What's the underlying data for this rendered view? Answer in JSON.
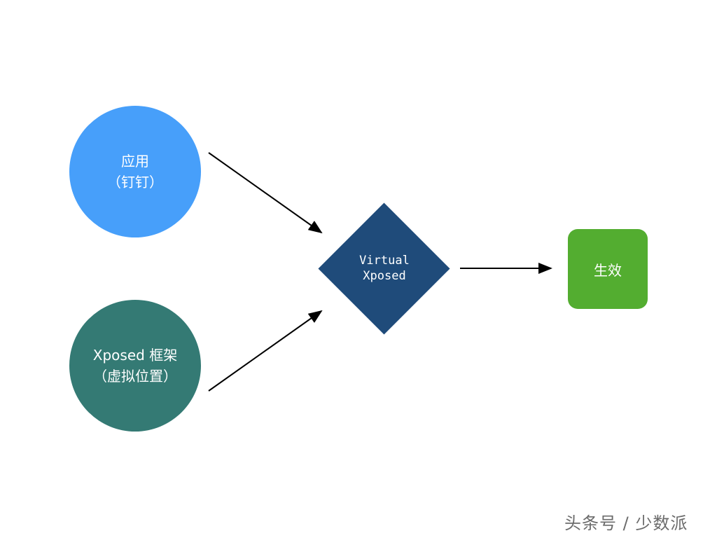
{
  "diagram": {
    "nodes": {
      "app": {
        "line1": "应用",
        "line2": "（钉钉）",
        "color": "#479ffa"
      },
      "xposed": {
        "line1": "Xposed 框架",
        "line2": "（虚拟位置）",
        "color": "#347a74"
      },
      "virtual_xposed": {
        "line1": "Virtual",
        "line2": "Xposed",
        "color": "#1f4b7a"
      },
      "result": {
        "label": "生效",
        "color": "#53ad30"
      }
    },
    "edges": [
      {
        "from": "app",
        "to": "virtual_xposed"
      },
      {
        "from": "xposed",
        "to": "virtual_xposed"
      },
      {
        "from": "virtual_xposed",
        "to": "result"
      }
    ]
  },
  "watermark": {
    "text": "头条号 / 少数派"
  }
}
